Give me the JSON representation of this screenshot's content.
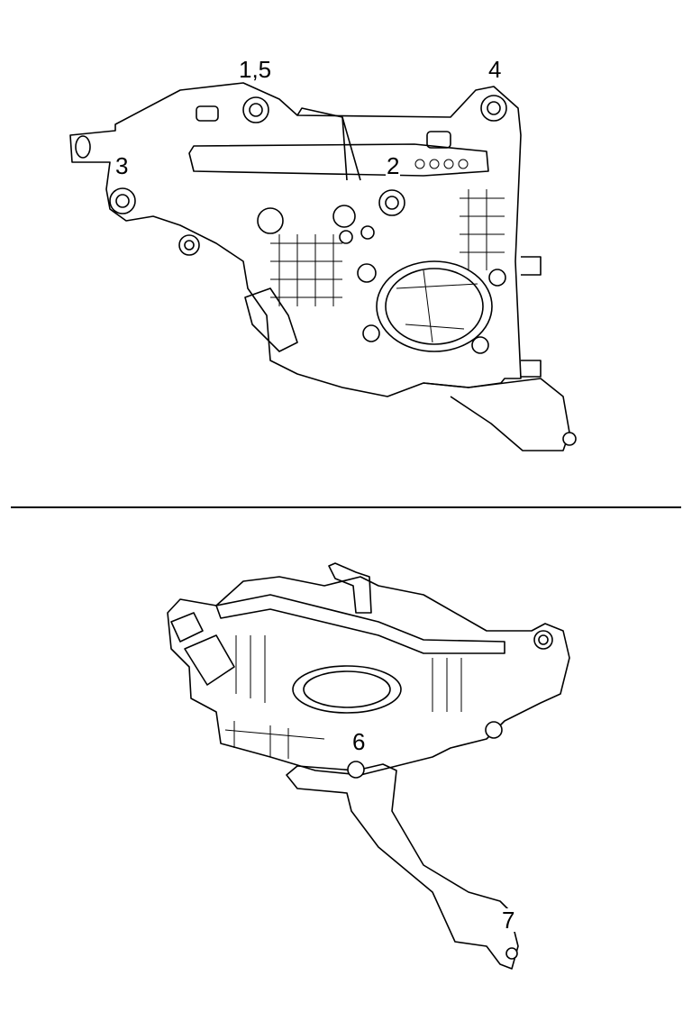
{
  "figure": {
    "top_view": {
      "callouts": [
        "1,5",
        "4",
        "3",
        "2"
      ]
    },
    "bottom_view": {
      "callouts": [
        "6",
        "7"
      ]
    }
  }
}
